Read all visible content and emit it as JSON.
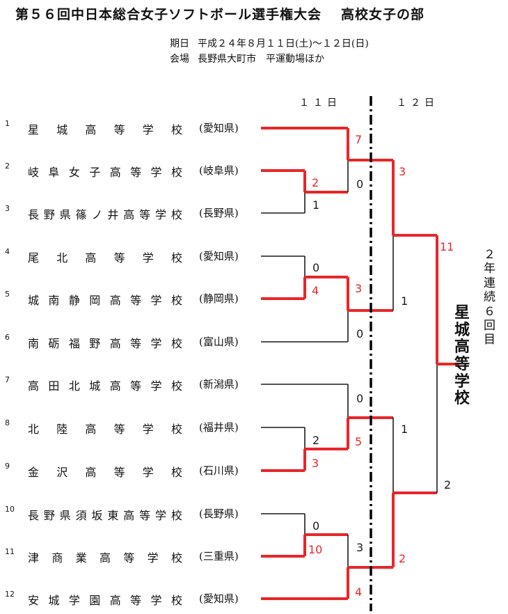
{
  "header": {
    "title": "第５６回中日本総合女子ソフトボール選手権大会",
    "subtitle": "高校女子の部",
    "date_label": "期日",
    "date_value": "平成２４年８月１１日(土)～１２日(日)",
    "venue_label": "会場",
    "venue_value": "長野県大町市　平運動場ほか"
  },
  "days": {
    "day1": "１１日",
    "day2": "１２日"
  },
  "teams": [
    {
      "num": "1",
      "chars": [
        "星",
        "城",
        "高",
        "等",
        "学",
        "校"
      ],
      "pref": "(愛知県)"
    },
    {
      "num": "2",
      "chars": [
        "岐",
        "阜",
        "女",
        "子",
        "高",
        "等",
        "学",
        "校"
      ],
      "pref": "(岐阜県)"
    },
    {
      "num": "3",
      "chars": [
        "長",
        "野",
        "県",
        "篠",
        "ノ",
        "井",
        "高",
        "等",
        "学",
        "校"
      ],
      "pref": "(長野県)"
    },
    {
      "num": "4",
      "chars": [
        "尾",
        "北",
        "高",
        "等",
        "学",
        "校"
      ],
      "pref": "(愛知県)"
    },
    {
      "num": "5",
      "chars": [
        "城",
        "南",
        "静",
        "岡",
        "高",
        "等",
        "学",
        "校"
      ],
      "pref": "(静岡県)"
    },
    {
      "num": "6",
      "chars": [
        "南",
        "砺",
        "福",
        "野",
        "高",
        "等",
        "学",
        "校"
      ],
      "pref": "(富山県)"
    },
    {
      "num": "7",
      "chars": [
        "高",
        "田",
        "北",
        "城",
        "高",
        "等",
        "学",
        "校"
      ],
      "pref": "(新潟県)"
    },
    {
      "num": "8",
      "chars": [
        "北",
        "陸",
        "高",
        "等",
        "学",
        "校"
      ],
      "pref": "(福井県)"
    },
    {
      "num": "9",
      "chars": [
        "金",
        "沢",
        "高",
        "等",
        "学",
        "校"
      ],
      "pref": "(石川県)"
    },
    {
      "num": "10",
      "chars": [
        "長",
        "野",
        "県",
        "須",
        "坂",
        "東",
        "高",
        "等",
        "学",
        "校"
      ],
      "pref": "(長野県)"
    },
    {
      "num": "11",
      "chars": [
        "津",
        "商",
        "業",
        "高",
        "等",
        "学",
        "校"
      ],
      "pref": "(三重県)"
    },
    {
      "num": "12",
      "chars": [
        "安",
        "城",
        "学",
        "園",
        "高",
        "等",
        "学",
        "校"
      ],
      "pref": "(愛知県)"
    }
  ],
  "scores": {
    "r1_a_win": "2",
    "r1_a_lose": "1",
    "r1_b_lose": "0",
    "r1_b_win": "4",
    "r1_c_lose": "2",
    "r1_c_win": "3",
    "r1_d_lose": "0",
    "r1_d_win": "10",
    "qf_1_win": "7",
    "qf_1_lose": "0",
    "qf_2_win": "3",
    "qf_2_lose": "0",
    "qf_3_lose": "0",
    "qf_3_win": "5",
    "qf_4_lose": "3",
    "qf_4_win": "4",
    "sf_1_win": "3",
    "sf_1_lose": "1",
    "sf_2_lose": "1",
    "sf_2_win": "2",
    "final_win": "11",
    "final_lose": "2"
  },
  "champion": {
    "chars": [
      "星",
      "城",
      "高",
      "等",
      "学",
      "校"
    ]
  },
  "streak": {
    "chars": [
      "２",
      "年",
      "連",
      "続",
      "６",
      "回",
      "目"
    ]
  },
  "colors": {
    "winner": "#e8262a",
    "normal": "#1a1a1a"
  }
}
